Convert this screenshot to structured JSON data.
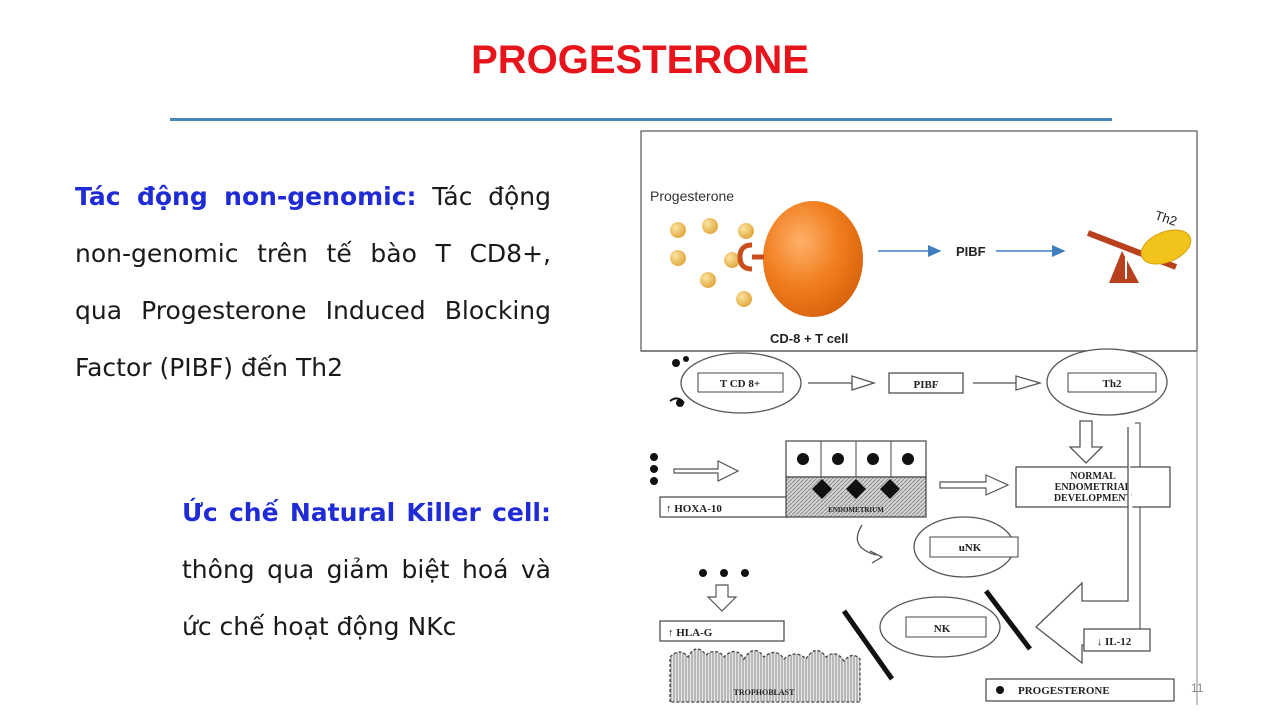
{
  "slide": {
    "title": "PROGESTERONE",
    "number": "11"
  },
  "text": {
    "p1_lead": "Tác động non-genomic:",
    "p1_body": " Tác động non-genomic trên tế bào T CD8+, qua Progesterone Induced Blocking Factor (PIBF) đến Th2",
    "p2_lead": "Ức chế Natural Killer cell:",
    "p2_body": " thông qua giảm biệt hoá và ức chế hoạt động NKc"
  },
  "figure_top": {
    "progesterone": "Progesterone",
    "cell": "CD-8 + T cell",
    "pibf": "PIBF",
    "th2": "Th2"
  },
  "figure_bottom": {
    "tcd8": "T CD 8+",
    "pibf": "PIBF",
    "th2": "Th2",
    "hoxa": "↑ HOXA-10",
    "endometrium": "ENDOMETRIUM",
    "normal_1": "NORMAL",
    "normal_2": "ENDOMETRIAL",
    "normal_3": "DEVELOPMENT",
    "unk": "uNK",
    "hlag": "↑ HLA-G",
    "nk": "NK",
    "il12": "↓ IL-12",
    "trophoblast": "TROPHOBLAST",
    "legend": "PROGESTERONE"
  },
  "colors": {
    "title": "#e8141c",
    "lead": "#1f2bd6",
    "rule": "#4a86b4",
    "cell": "#f07e1e",
    "molecule": "#f0b848",
    "seesaw": "#b8401c",
    "th2_disc": "#f2c31a",
    "arrow_blue": "#3f7fbf"
  }
}
